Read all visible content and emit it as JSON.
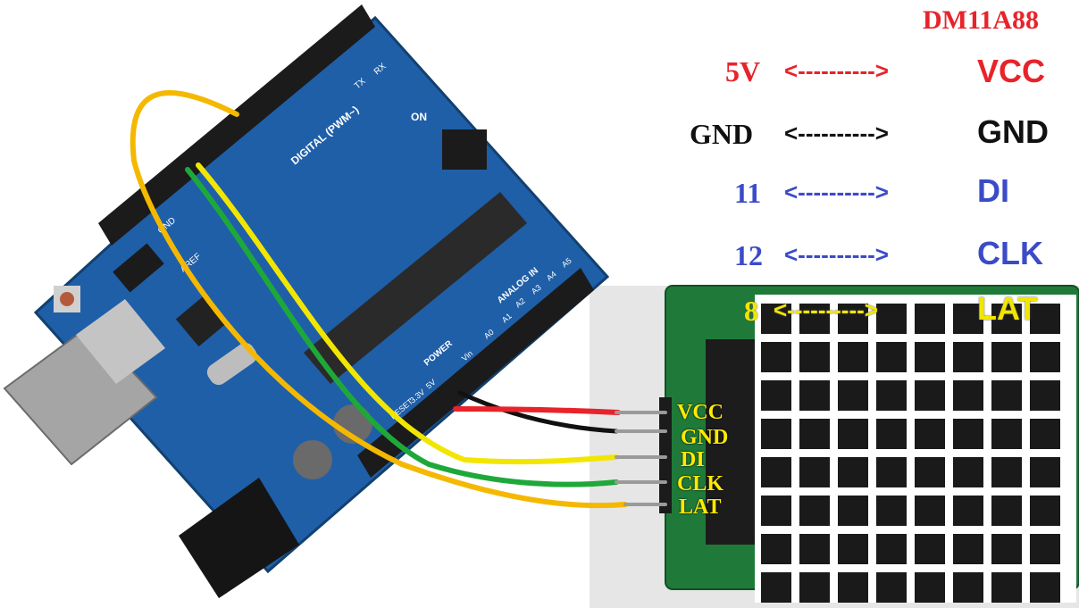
{
  "title": "DM11A88",
  "mappings": [
    {
      "left": "5V",
      "arrow": "<---------->",
      "right": "VCC",
      "color": "#e8232a"
    },
    {
      "left": "GND",
      "arrow": "<---------->",
      "right": "GND",
      "color": "#111111"
    },
    {
      "left": "11",
      "arrow": "<---------->",
      "right": "DI",
      "color": "#3b4bc8"
    },
    {
      "left": "12",
      "arrow": "<---------->",
      "right": "CLK",
      "color": "#3b4bc8"
    },
    {
      "left": "8",
      "arrow": "<---------->",
      "right": "LAT",
      "color": "#f2e600"
    }
  ],
  "module_pins": [
    "VCC",
    "GND",
    "DI",
    "CLK",
    "LAT"
  ],
  "board_labels": {
    "digital": "DIGITAL (PWM~)",
    "tx": "TX",
    "rx": "RX",
    "on": "ON",
    "aref": "AREF",
    "gnd": "GND",
    "power": "POWER",
    "analog_in": "ANALOG IN",
    "reset": "RESET",
    "v33": "3.3V",
    "v5": "5V",
    "vin": "Vin",
    "a0": "A0",
    "a1": "A1",
    "a2": "A2",
    "a3": "A3",
    "a4": "A4",
    "a5": "A5"
  },
  "matrix": {
    "rows": 8,
    "cols": 8
  }
}
